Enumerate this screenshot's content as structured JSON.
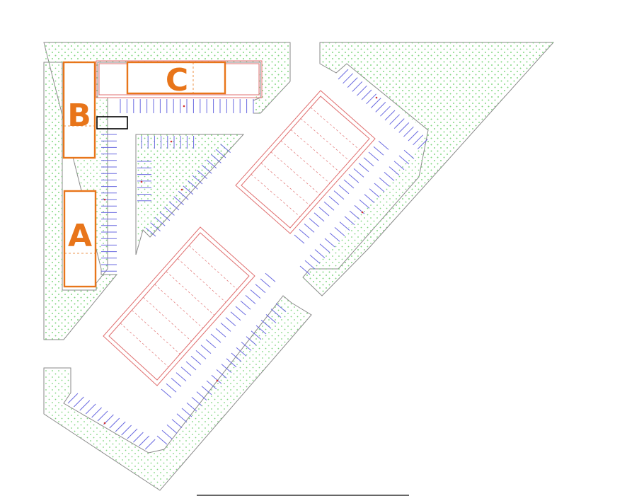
{
  "colors": {
    "background": "#ffffff",
    "landscape_fill": "#7ed67e",
    "landscape_edge": "#8a8a8a",
    "parking_stripe": "#6a6ae0",
    "parcel_outline": "#e07070",
    "building_outline": "#e8751a",
    "building_label": "#e8751a",
    "selection_box": "#000000"
  },
  "buildings": [
    {
      "id": "A",
      "label": "A"
    },
    {
      "id": "B",
      "label": "B"
    },
    {
      "id": "C",
      "label": "C"
    }
  ]
}
